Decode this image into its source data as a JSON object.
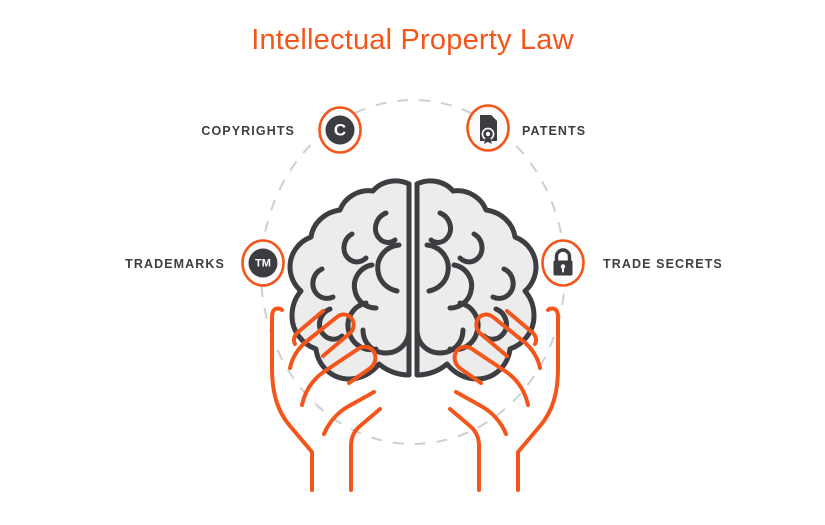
{
  "title": "Intellectual Property Law",
  "colors": {
    "accent_orange": "#F4551A",
    "label_gray": "#3E3E42",
    "icon_dark": "#3D3D41",
    "brain_fill": "#ECECEC",
    "brain_stroke": "#3E3E42",
    "dashed_circle": "#CFCFCF",
    "background": "#FFFFFF"
  },
  "center_graphic": {
    "brain_name": "brain",
    "hands_name": "cupped-hands",
    "dashed_circle_name": "dashed-circle"
  },
  "nodes": [
    {
      "id": "copyrights",
      "label": "COPYRIGHTS",
      "icon": "copyright-icon",
      "icon_glyph": "C",
      "label_side": "left"
    },
    {
      "id": "patents",
      "label": "PATENTS",
      "icon": "patent-certificate-icon",
      "icon_glyph": "",
      "label_side": "right"
    },
    {
      "id": "trademarks",
      "label": "TRADEMARKS",
      "icon": "trademark-icon",
      "icon_glyph": "TM",
      "label_side": "left"
    },
    {
      "id": "trade-secrets",
      "label": "TRADE SECRETS",
      "icon": "lock-icon",
      "icon_glyph": "",
      "label_side": "right"
    }
  ]
}
